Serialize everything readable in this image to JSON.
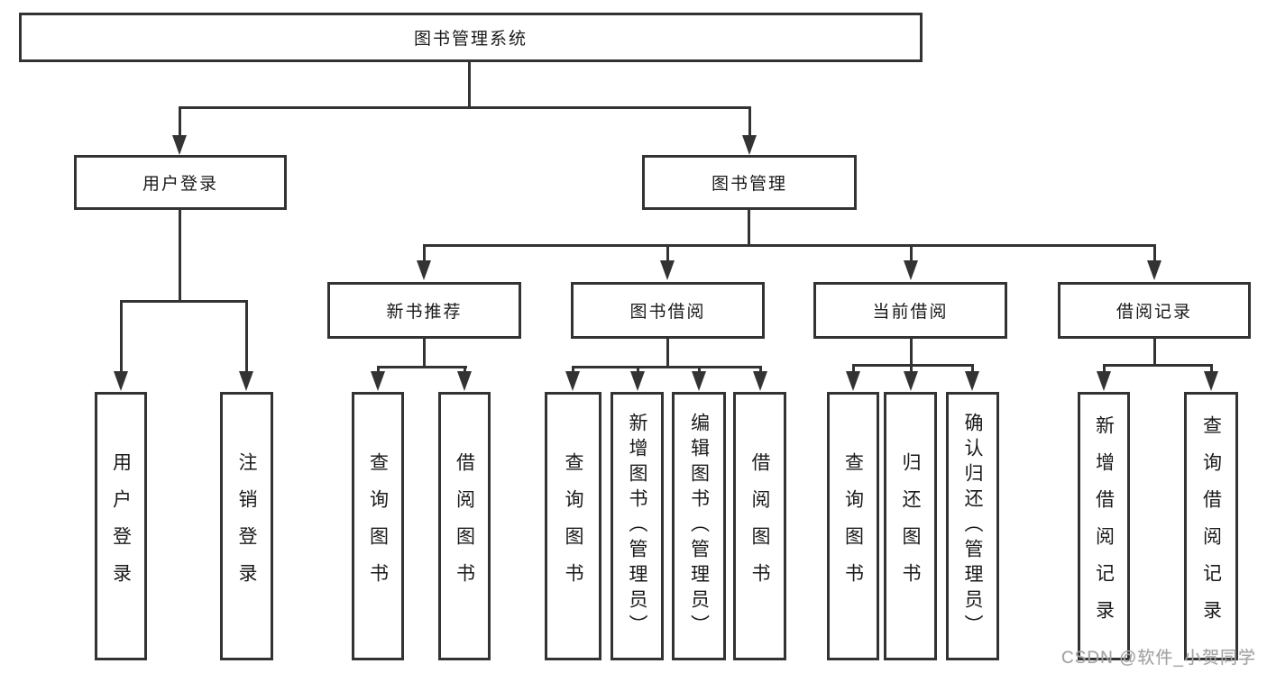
{
  "diagram": {
    "type": "hierarchy-tree",
    "colors": {
      "line": "#333333",
      "text": "#1a1a1a",
      "background": "#ffffff",
      "watermark": "#a3a3a3"
    },
    "root": {
      "label": "图书管理系统"
    },
    "level2": [
      {
        "id": "user-login",
        "label": "用户登录"
      },
      {
        "id": "book-management",
        "label": "图书管理"
      }
    ],
    "level3": [
      {
        "id": "new-book-recommend",
        "label": "新书推荐",
        "parent": "图书管理"
      },
      {
        "id": "book-borrowing",
        "label": "图书借阅",
        "parent": "图书管理"
      },
      {
        "id": "current-borrowing",
        "label": "当前借阅",
        "parent": "图书管理"
      },
      {
        "id": "borrowing-records",
        "label": "借阅记录",
        "parent": "图书管理"
      }
    ],
    "leaves": {
      "user_login": [
        "用户登录",
        "注销登录"
      ],
      "new_book": [
        "查询图书",
        "借阅图书"
      ],
      "book_borrow": [
        "查询图书",
        "新增图书（管理员）",
        "编辑图书（管理员）",
        "借阅图书"
      ],
      "current_borrow": [
        "查询图书",
        "归还图书",
        "确认归还（管理员）"
      ],
      "borrow_record": [
        "新增借阅记录",
        "查询借阅记录"
      ]
    },
    "watermark": "CSDN @软件_小贺同学"
  }
}
